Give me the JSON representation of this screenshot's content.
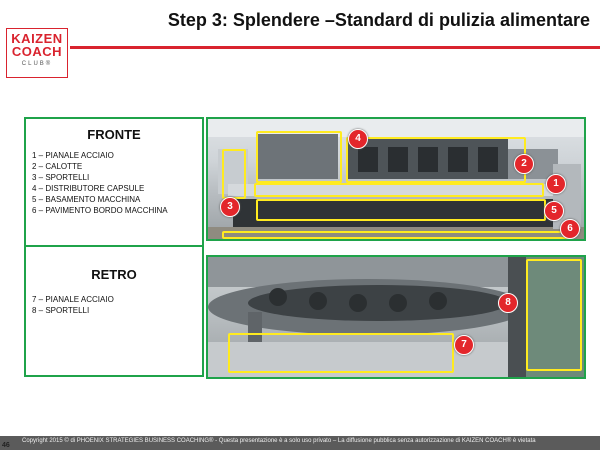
{
  "logo": {
    "line1": "KAIZEN",
    "line2": "COACH",
    "line3": "CLUB®"
  },
  "title": "Step 3: Splendere –Standard di pulizia alimentare",
  "fronte": {
    "heading": "FRONTE",
    "items": [
      "1 – PIANALE  ACCIAIO",
      "2 – CALOTTE",
      "3 – SPORTELLI",
      "4 – DISTRIBUTORE  CAPSULE",
      "5 – BASAMENTO  MACCHINA",
      "6 – PAVIMENTO  BORDO MACCHINA"
    ]
  },
  "retro": {
    "heading": "RETRO",
    "items": [
      "7 – PIANALE  ACCIAIO",
      "8 – SPORTELLI"
    ]
  },
  "front_badges": [
    "4",
    "2",
    "1",
    "3",
    "5",
    "6"
  ],
  "back_badges": [
    "8",
    "7"
  ],
  "footer": {
    "page": "46",
    "copyright": "Copyright 2015 © di PHOENIX STRATEGIES BUSINESS COACHING® - Questa presentazione è a solo uso privato – La diffusione pubblica senza autorizzazione di KAIZEN COACH® è vietata"
  },
  "colors": {
    "accent": "#d9232e",
    "frame": "#1fa34a",
    "highlight": "#ffeb20",
    "badge": "#e3262b"
  }
}
